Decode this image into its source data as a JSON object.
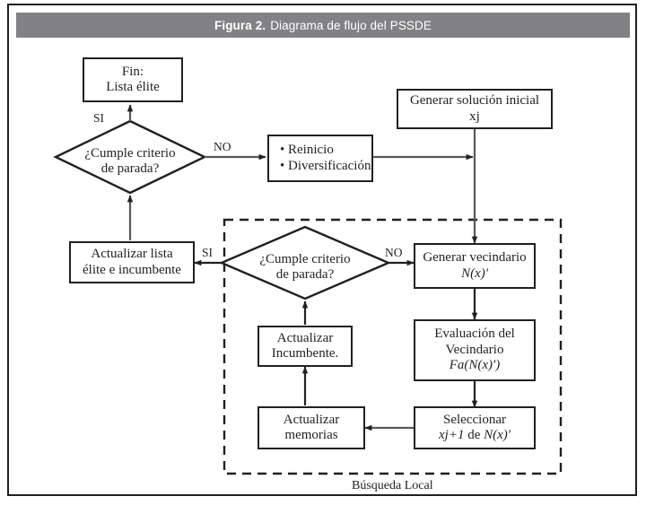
{
  "figure": {
    "label": "Figura 2.",
    "title": "Diagrama de flujo del PSSDE",
    "header_bg": "#828285",
    "header_fg": "#ffffff",
    "stroke": "#231f20"
  },
  "nodes": {
    "fin": {
      "line1": "Fin:",
      "line2": "Lista élite"
    },
    "decision_top": {
      "line1": "¿Cumple criterio",
      "line2": "de parada?"
    },
    "reinicio": {
      "line1": "• Reinicio",
      "line2": "• Diversificación"
    },
    "generar_inicial": {
      "line1": "Generar solución inicial",
      "line2": "xj"
    },
    "actualizar_lista": {
      "line1": "Actualizar lista",
      "line2": "élite e incumbente"
    },
    "decision_local": {
      "line1": "¿Cumple  criterio",
      "line2": "de parada?"
    },
    "generar_vecindario": {
      "line1": "Generar vecindario",
      "line2": "N(x)'"
    },
    "evaluacion": {
      "line1": "Evaluación del",
      "line2": "Vecindario",
      "line3": "Fa(N(x)')"
    },
    "actualizar_incumbente": {
      "line1": "Actualizar",
      "line2": "Incumbente."
    },
    "actualizar_memorias": {
      "line1": "Actualizar",
      "line2": "memorias"
    },
    "seleccionar": {
      "line1": "Seleccionar",
      "line2a": "xj+1",
      "line2b": " de ",
      "line2c": "N(x)'"
    }
  },
  "edge_labels": {
    "si_top": "SI",
    "no_top": "NO",
    "si_local": "SI",
    "no_local": "NO"
  },
  "regions": {
    "busqueda_local": "Búsqueda  Local"
  }
}
